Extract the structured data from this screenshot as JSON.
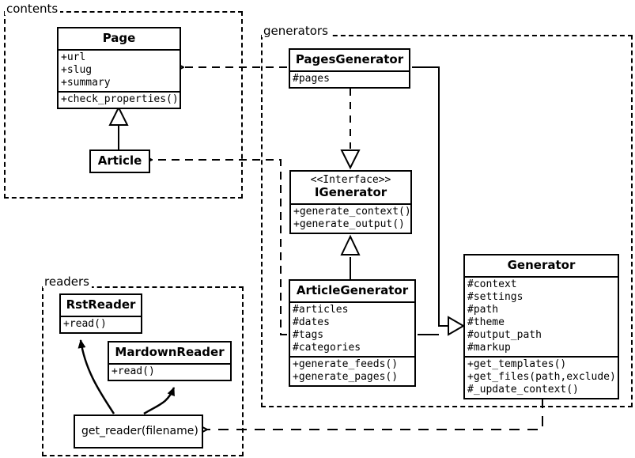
{
  "diagram": {
    "kind": "uml-class-diagram",
    "background": "#ffffff",
    "line_color": "#000000"
  },
  "packages": [
    {
      "id": "contents",
      "label": "contents"
    },
    {
      "id": "generators",
      "label": "generators"
    },
    {
      "id": "readers",
      "label": "readers"
    }
  ],
  "classes": {
    "page": {
      "name": "Page",
      "attributes": [
        "+url",
        "+slug",
        "+summary"
      ],
      "methods": [
        "+check_properties()"
      ]
    },
    "article": {
      "name": "Article",
      "attributes": [],
      "methods": []
    },
    "pages_generator": {
      "name": "PagesGenerator",
      "attributes": [
        "#pages"
      ],
      "methods": []
    },
    "igenerator": {
      "stereotype": "<<Interface>>",
      "name": "IGenerator",
      "attributes": [],
      "methods": [
        "+generate_context()",
        "+generate_output()"
      ]
    },
    "article_generator": {
      "name": "ArticleGenerator",
      "attributes": [
        "#articles",
        "#dates",
        "#tags",
        "#categories"
      ],
      "methods": [
        "+generate_feeds()",
        "+generate_pages()"
      ]
    },
    "generator": {
      "name": "Generator",
      "attributes": [
        "#context",
        "#settings",
        "#path",
        "#theme",
        "#output_path",
        "#markup"
      ],
      "methods": [
        "+get_templates()",
        "+get_files(path,exclude)",
        "#_update_context()"
      ]
    },
    "rst_reader": {
      "name": "RstReader",
      "attributes": [],
      "methods": [
        "+read()"
      ]
    },
    "mardown_reader": {
      "name": "MardownReader",
      "attributes": [],
      "methods": [
        "+read()"
      ]
    },
    "get_reader": {
      "name": "get_reader(filename)"
    }
  },
  "relationships": [
    {
      "id": "pagesgen-page",
      "type": "dependency",
      "from": "PagesGenerator",
      "to": "Page"
    },
    {
      "id": "articlegen-article",
      "type": "dependency",
      "from": "ArticleGenerator",
      "to": "Article"
    },
    {
      "id": "article-page",
      "type": "generalization",
      "from": "Article",
      "to": "Page"
    },
    {
      "id": "pagesgen-igenerator",
      "type": "realization",
      "from": "PagesGenerator",
      "to": "IGenerator"
    },
    {
      "id": "articlegen-igenerator",
      "type": "generalization",
      "from": "ArticleGenerator",
      "to": "IGenerator"
    },
    {
      "id": "pagesgen-generator",
      "type": "generalization",
      "from": "PagesGenerator",
      "to": "Generator"
    },
    {
      "id": "articlegen-generator",
      "type": "generalization",
      "from": "ArticleGenerator",
      "to": "Generator"
    },
    {
      "id": "generator-getreader",
      "type": "dependency",
      "from": "Generator",
      "to": "get_reader(filename)"
    },
    {
      "id": "getreader-rstreader",
      "type": "instantiates",
      "from": "get_reader(filename)",
      "to": "RstReader"
    },
    {
      "id": "getreader-mardownreader",
      "type": "instantiates",
      "from": "get_reader(filename)",
      "to": "MardownReader"
    }
  ]
}
